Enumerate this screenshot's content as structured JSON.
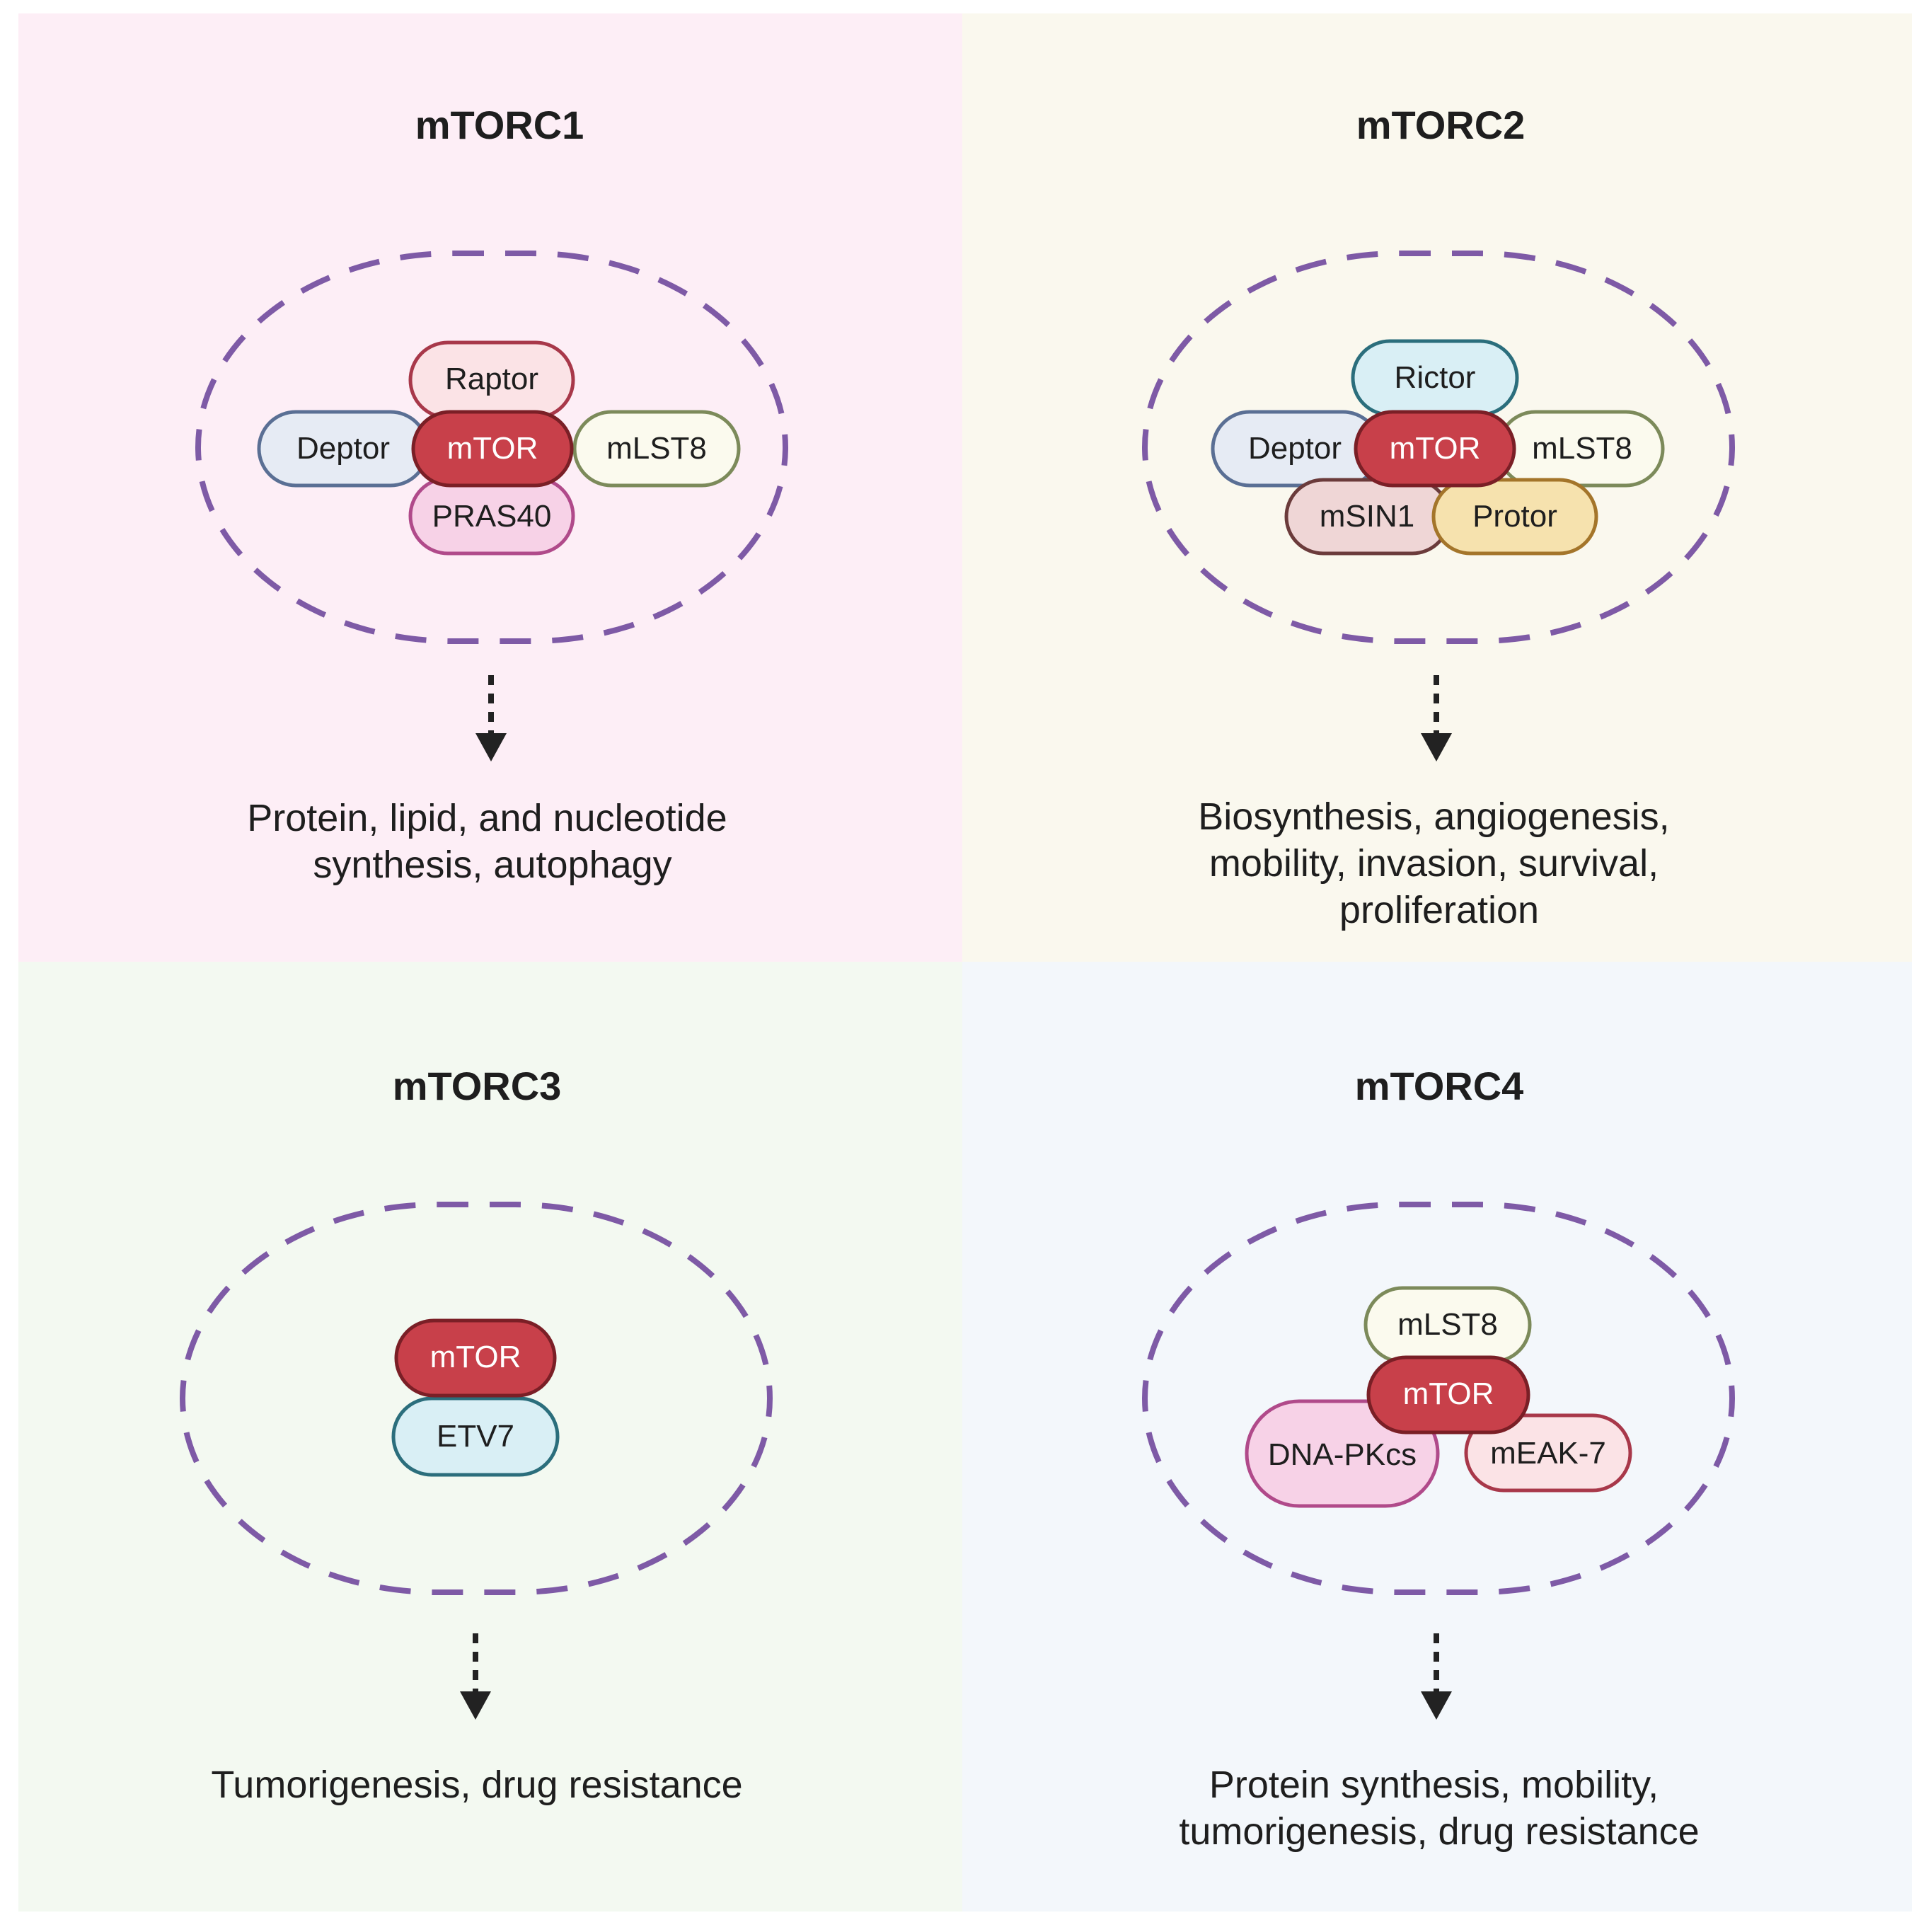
{
  "panels": [
    {
      "title": "mTORC1",
      "components": [
        "Raptor",
        "Deptor",
        "mTOR",
        "mLST8",
        "PRAS40"
      ],
      "outcome": [
        "Protein, lipid, and nucleotide",
        "synthesis,  autophagy"
      ]
    },
    {
      "title": "mTORC2",
      "components": [
        "Rictor",
        "Deptor",
        "mLST8",
        "mTOR",
        "mSIN1",
        "Protor"
      ],
      "outcome": [
        "Biosynthesis, angiogenesis,",
        "mobility, invasion, survival,",
        "proliferation"
      ]
    },
    {
      "title": "mTORC3",
      "components": [
        "mTOR",
        "ETV7"
      ],
      "outcome": [
        "Tumorigenesis, drug resistance"
      ]
    },
    {
      "title": "mTORC4",
      "components": [
        "mLST8",
        "DNA-PKcs",
        "mEAK-7",
        "mTOR"
      ],
      "outcome": [
        "Protein synthesis, mobility,",
        "tumorigenesis, drug resistance"
      ]
    }
  ],
  "colors": {
    "mTOR": "#c8404a",
    "Raptor": "#fbe3e6",
    "PRAS40": "#f7d2e7",
    "Deptor": "#e6ebf4",
    "mLST8": "#fbfaee",
    "Rictor": "#d9eff5",
    "mSIN1": "#efd6d6",
    "Protor": "#f6e2ae",
    "ETV7": "#d9eff5",
    "DNA-PKcs": "#f7d2e7",
    "mEAK-7": "#fbe3e6",
    "dashed_boundary": "#7e5aa6",
    "arrow": "#222222"
  }
}
